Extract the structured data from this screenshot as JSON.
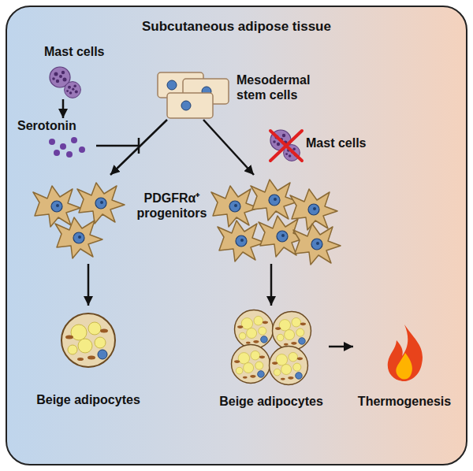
{
  "diagram": {
    "nodes": [
      {
        "text": [
          "Subcutaneous adipose tissue"
        ]
      },
      {
        "text": [
          "Mast cells"
        ],
        "in": 0
      },
      {
        "text": [
          "Serotonin"
        ],
        "in": 0
      },
      {
        "text": [
          "Mesodermal stem cells"
        ],
        "in": 0
      },
      {
        "text": [
          "Mast cells"
        ],
        "in": 0
      },
      {
        "text": [
          "PDGFRα⁺ progenitors"
        ],
        "in": 0
      },
      {
        "text": [
          "Beige adipocytes"
        ],
        "in": 0
      },
      {
        "text": [
          "Beige adipocytes"
        ],
        "in": 0
      },
      {
        "text": [
          "Thermogenesis"
        ],
        "in": 0
      }
    ],
    "edges": [
      {
        "from": 1,
        "to": 2,
        "arrow": "to"
      },
      {
        "from": 3,
        "to": 5,
        "arrow": "to"
      },
      {
        "from": 3,
        "to": 5,
        "arrow": "to"
      },
      {
        "from": 5,
        "to": 6,
        "arrow": "to"
      },
      {
        "from": 5,
        "to": 7,
        "arrow": "to"
      },
      {
        "from": 7,
        "to": 8,
        "arrow": "to"
      }
    ]
  }
}
